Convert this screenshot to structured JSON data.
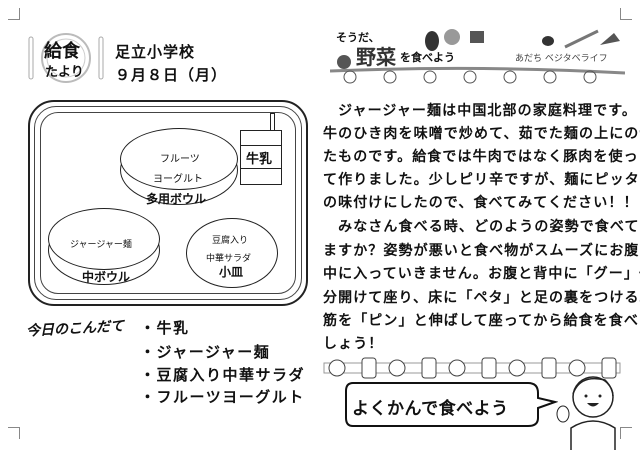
{
  "header": {
    "logo_text_1": "給食",
    "logo_text_2": "たより",
    "school": "足立小学校",
    "date": "９月８日（月）"
  },
  "tray": {
    "fruit_bowl_text_1": "フルーツ",
    "fruit_bowl_text_2": "ヨーグルト",
    "fruit_bowl_label": "多用ボウル",
    "milk_label": "牛乳",
    "noodle_bowl_text": "ジャージャー麺",
    "noodle_bowl_label": "中ボウル",
    "salad_text_1": "豆腐入り",
    "salad_text_2": "中華サラダ",
    "salad_label": "小皿"
  },
  "menu": {
    "title": "今日のこんだて",
    "items": [
      "・牛乳",
      "・ジャージャー麺",
      "・豆腐入り中華サラダ",
      "・フルーツヨーグルト"
    ]
  },
  "banner": {
    "catch": "そうだ、",
    "title": "野菜",
    "title_suffix": "を食べよう",
    "subtitle": "あだち ベジタベライフ"
  },
  "article": {
    "paragraph1": [
      "　ジャージャー麺は中国北部の家庭料理です。",
      "牛のひき肉を味噌で炒めて、茹でた麺の上にのせ",
      "たものです。給食では牛肉ではなく豚肉を使っ",
      "て作りました。少しピリ辛ですが、麺にピッタリ",
      "の味付けにしたので、食べてみてください！！"
    ],
    "paragraph2": [
      "　みなさん食べる時、どのようの姿勢で食べてい",
      "ますか？姿勢が悪いと食べ物がスムーズにお腹の",
      "中に入っていきません。お腹と背中に「グー」一つ",
      "分開けて座り、床に「ペタ」と足の裏をつける。背",
      "筋を「ピン」と伸ばして座ってから給食を食べま",
      "しょう！"
    ]
  },
  "bubble": {
    "text": "よくかんで食べよう"
  },
  "paragraph_mark": "↵"
}
